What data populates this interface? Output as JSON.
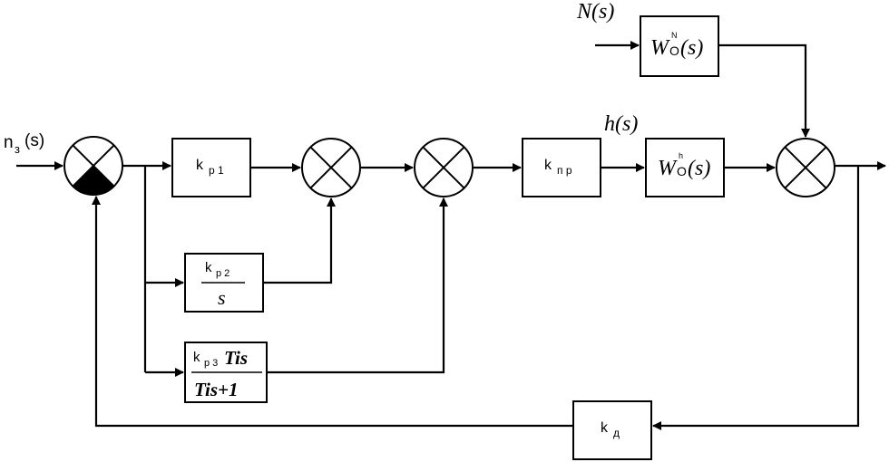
{
  "diagram": {
    "signals": {
      "input_label": "n",
      "input_sub": "з",
      "input_arg": "(s)",
      "disturbance": "N(s)",
      "h": "h(s)"
    },
    "blocks": {
      "kp1": {
        "main": "k",
        "sub": "р 1"
      },
      "kp2": {
        "num_main": "k",
        "num_sub": "р 2",
        "den": "s"
      },
      "kp3": {
        "num_main": "k",
        "num_sub": "р 3",
        "num_tail": "Tis",
        "den": "Tis+1"
      },
      "kpr": {
        "main": "k",
        "sub": "п р"
      },
      "woh": {
        "main": "W",
        "sub": "O",
        "sup": "h",
        "arg": "(s)"
      },
      "woN": {
        "main": "W",
        "sub": "O",
        "sup": "N",
        "arg": "(s)"
      },
      "kd": {
        "main": "k",
        "sub": "д"
      }
    }
  }
}
